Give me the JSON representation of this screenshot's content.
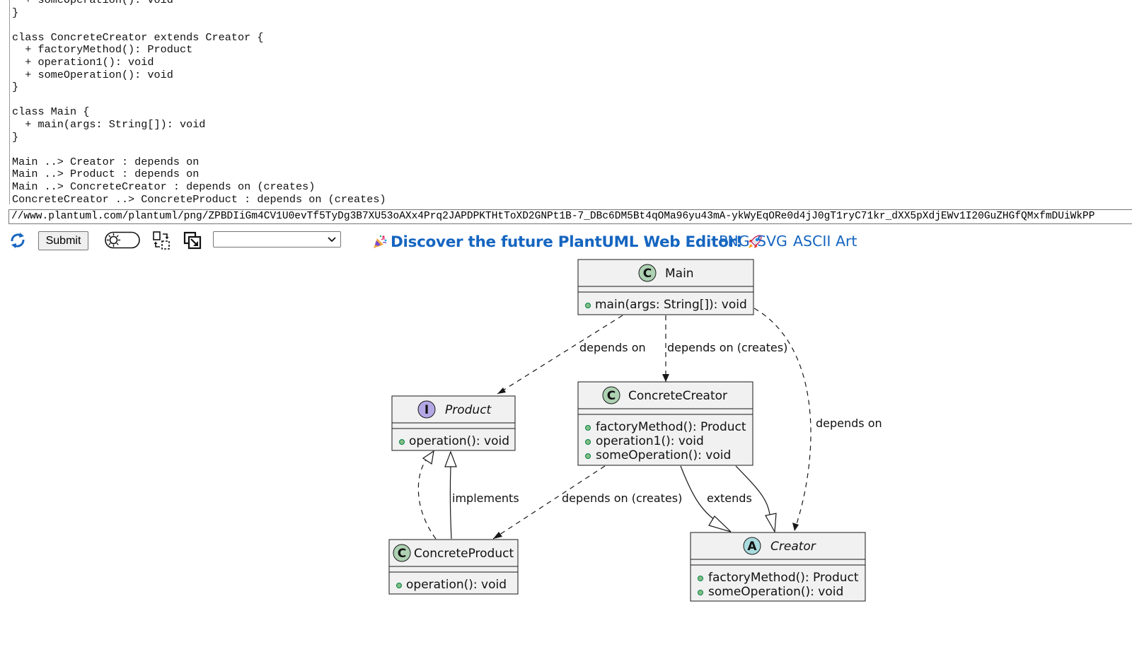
{
  "editor": {
    "lines": [
      "  + someOperation(): void",
      "}",
      "",
      "class ConcreteCreator extends Creator {",
      "  + factoryMethod(): Product",
      "  + operation1(): void",
      "  + someOperation(): void",
      "}",
      "",
      "class Main {",
      "  + main(args: String[]): void",
      "}",
      "",
      "Main ..> Creator : depends on",
      "Main ..> Product : depends on",
      "Main ..> ConcreteCreator : depends on (creates)",
      "ConcreteCreator ..> ConcreteProduct : depends on (creates)"
    ]
  },
  "url": {
    "value": "//www.plantuml.com/plantuml/png/ZPBDIiGm4CV1U0evTf5TyDg3B7XU53oAXx4Prq2JAPDPKTHtToXD2GNPt1B-7_DBc6DM5Bt4qOMa96yu43mA-ykWyEqORe0d4jJ0gT1ryC71kr_dXX5pXdjEWv1I20GuZHGfQMxfmDUiWkPP"
  },
  "toolbar": {
    "submit_label": "Submit",
    "format_selected": ""
  },
  "promo": {
    "text": "Discover the future PlantUML Web Editor!",
    "color": "#1565c0"
  },
  "links": {
    "png": "PNG",
    "svg": "SVG",
    "ascii": "ASCII Art"
  },
  "diagram": {
    "colors": {
      "box_fill": "#f1f1f1",
      "box_stroke": "#181818",
      "class_badge": "#add1b2",
      "interface_badge": "#b4a7e5",
      "abstract_badge": "#a9dcdf",
      "public_dot": "#84be84"
    },
    "classes": {
      "main": {
        "badge": "C",
        "name": "Main",
        "methods": [
          "main(args: String[]): void"
        ]
      },
      "product": {
        "badge": "I",
        "name": "Product",
        "methods": [
          "operation(): void"
        ]
      },
      "concrete_creator": {
        "badge": "C",
        "name": "ConcreteCreator",
        "methods": [
          "factoryMethod(): Product",
          "operation1(): void",
          "someOperation(): void"
        ]
      },
      "concrete_product": {
        "badge": "C",
        "name": "ConcreteProduct",
        "methods": [
          "operation(): void"
        ]
      },
      "creator": {
        "badge": "A",
        "name": "Creator",
        "methods": [
          "factoryMethod(): Product",
          "someOperation(): void"
        ]
      }
    },
    "labels": {
      "main_product": "depends on",
      "main_concrete_creator": "depends on (creates)",
      "main_creator": "depends on",
      "implements": "implements",
      "cc_cp": "depends on (creates)",
      "extends": "extends"
    }
  }
}
